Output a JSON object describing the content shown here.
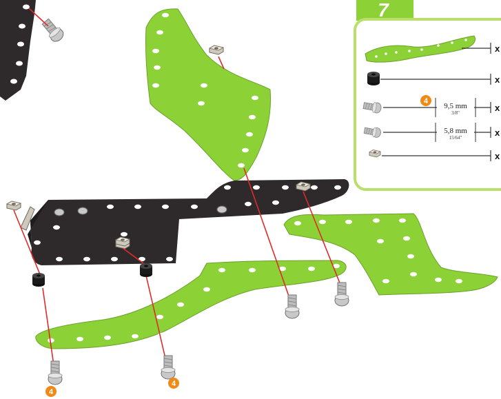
{
  "step": {
    "number": "7"
  },
  "parts_legend": {
    "rows": [
      {
        "part": "green-curved-plate",
        "quantity": "x",
        "measure": "",
        "measure_sub": "",
        "badge": ""
      },
      {
        "part": "rubber-spacer",
        "quantity": "x",
        "measure": "",
        "measure_sub": "",
        "badge": ""
      },
      {
        "part": "long-screw",
        "quantity": "x",
        "measure": "9,5 mm",
        "measure_sub": "3/8\"",
        "badge": "4"
      },
      {
        "part": "short-screw",
        "quantity": "x",
        "measure": "5,8 mm",
        "measure_sub": "15/64\"",
        "badge": ""
      },
      {
        "part": "square-nut",
        "quantity": "x",
        "measure": "",
        "measure_sub": "",
        "badge": ""
      }
    ]
  },
  "assembly": {
    "callouts": [
      "4",
      "4"
    ]
  },
  "colors": {
    "green_part": "#8cd136",
    "black_part": "#2e2a2b",
    "accent_orange": "#ef8a17",
    "guide_line": "#e02a2a",
    "legend_border": "#b9e06a"
  }
}
